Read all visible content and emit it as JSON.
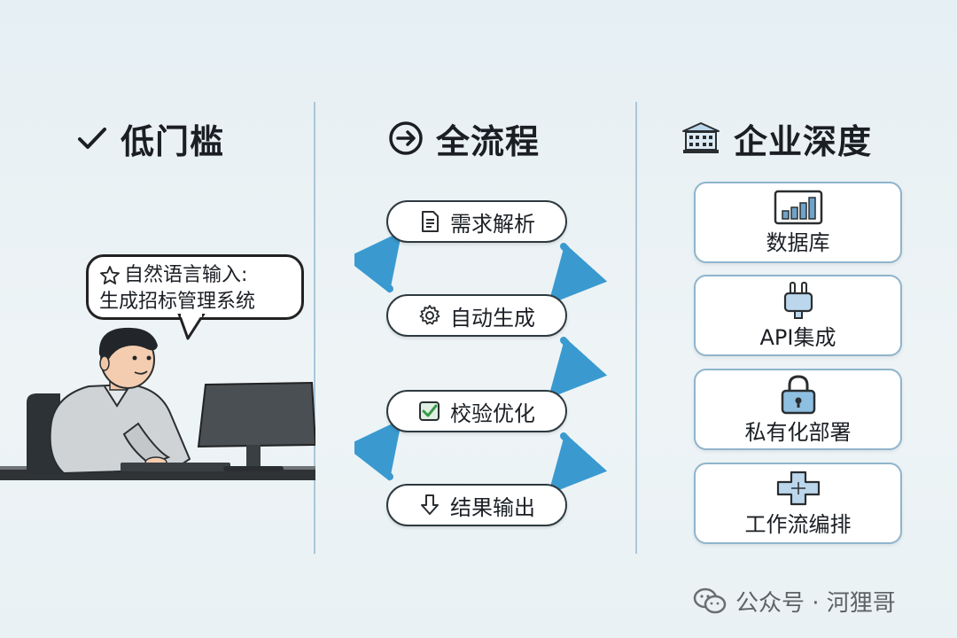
{
  "columns": {
    "low_barrier": {
      "title": "低门槛",
      "icon": "checkmark-icon",
      "bubble": {
        "icon": "star-icon",
        "line1": "自然语言输入:",
        "line2": "生成招标管理系统"
      }
    },
    "full_process": {
      "title": "全流程",
      "icon": "arrow-right-circle-icon",
      "steps": [
        {
          "label": "需求解析",
          "icon": "document-icon"
        },
        {
          "label": "自动生成",
          "icon": "gear-icon"
        },
        {
          "label": "校验优化",
          "icon": "checkbox-icon"
        },
        {
          "label": "结果输出",
          "icon": "arrow-down-icon"
        }
      ]
    },
    "enterprise_depth": {
      "title": "企业深度",
      "icon": "bank-building-icon",
      "cards": [
        {
          "label": "数据库",
          "icon": "bar-chart-icon"
        },
        {
          "label": "API集成",
          "icon": "plug-icon"
        },
        {
          "label": "私有化部署",
          "icon": "padlock-icon"
        },
        {
          "label": "工作流编排",
          "icon": "puzzle-icon"
        }
      ]
    }
  },
  "watermark": {
    "icon": "wechat-icon",
    "text": "公众号 · 河狸哥"
  },
  "colors": {
    "accent_blue": "#3a9ad0",
    "icon_light_blue": "#bcd7ec",
    "check_green": "#3a9a4a",
    "divider": "#a9c7d9"
  }
}
